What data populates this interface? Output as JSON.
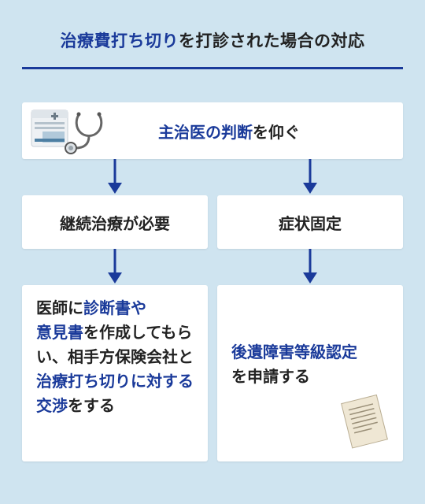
{
  "title": {
    "highlight": "治療費打ち切り",
    "rest": "を打診された場合の対応"
  },
  "top_box": {
    "highlight": "主治医の判断",
    "rest": "を仰ぐ"
  },
  "left_branch": {
    "condition": "継続治療が必要",
    "action_segments": [
      {
        "text": "医師に",
        "hl": false
      },
      {
        "text": "診断書や",
        "hl": true
      },
      {
        "text": "意見書",
        "hl": true
      },
      {
        "text": "を作成してもらい、相手方保険会社と",
        "hl": false
      },
      {
        "text": "治療打ち切りに対する交渉",
        "hl": true
      },
      {
        "text": "をする",
        "hl": false
      }
    ]
  },
  "right_branch": {
    "condition": "症状固定",
    "action_segments": [
      {
        "text": "後遺障害等級認定",
        "hl": true
      },
      {
        "text": "を申請する",
        "hl": false
      }
    ]
  },
  "colors": {
    "background": "#cfe4f0",
    "accent": "#1a3a9a",
    "arrow": "#1a3a9a",
    "box": "#ffffff"
  },
  "icons": [
    "medical-equipment-icon",
    "stethoscope-icon",
    "document-icon",
    "arrow-down-icon"
  ]
}
